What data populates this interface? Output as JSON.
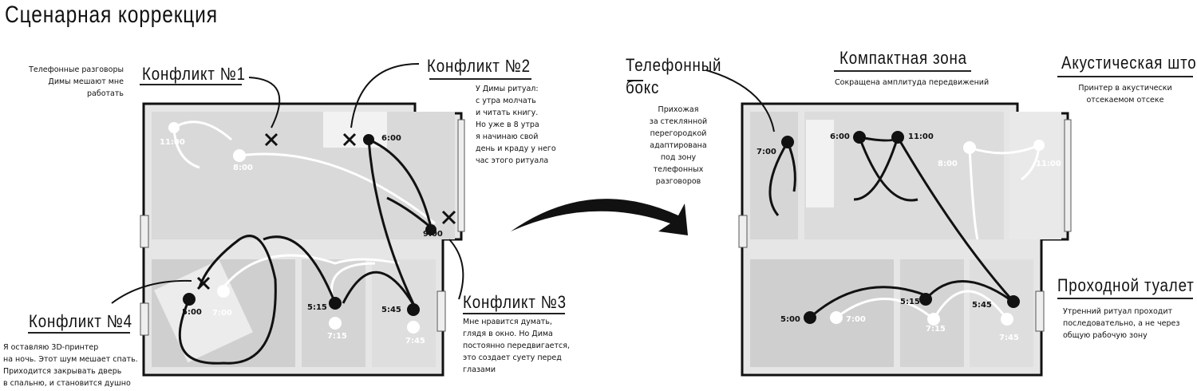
{
  "title": "Сценарная коррекция",
  "before": {
    "conflicts": [
      {
        "heading": "Конфликт №1",
        "text": [
          "Телефонные разговоры",
          "Димы мешают мне",
          "работать"
        ]
      },
      {
        "heading": "Конфликт №2",
        "text": [
          "У Димы ритуал:",
          "с утра молчать",
          "и читать книгу.",
          "Но уже в 8 утра",
          "я начинаю свой",
          "день и краду у него",
          "час этого ритуала"
        ]
      },
      {
        "heading": "Конфликт №3",
        "text": [
          "Мне нравится думать,",
          "глядя в окно. Но Дима",
          "постоянно передвигается,",
          "это создает суету перед",
          "глазами"
        ]
      },
      {
        "heading": "Конфликт №4",
        "text": [
          "Я оставляю 3D-принтер",
          "на ночь. Этот шум мешает спать.",
          "Приходится закрывать дверь",
          "в спальню, и становится душно"
        ]
      }
    ],
    "times": [
      "11:00",
      "8:00",
      "6:00",
      "9:00",
      "5:00",
      "7:00",
      "5:15",
      "7:15",
      "5:45",
      "7:45"
    ]
  },
  "after": {
    "solutions": [
      {
        "heading": "Телефонный бокс",
        "text": [
          "Прихожая",
          "за стеклянной",
          "перегородкой",
          "адаптирована",
          "под зону",
          "телефонных",
          "разговоров"
        ]
      },
      {
        "heading": "Компактная зона",
        "text": [
          "Сокращена амплитуда передвижений"
        ]
      },
      {
        "heading": "Акустическая штора",
        "text": [
          "Принтер в акустически",
          "отсекаемом отсеке"
        ]
      },
      {
        "heading": "Проходной туалет",
        "text": [
          "Утренний ритуал проходит",
          "последовательно, а не через",
          "общую рабочую зону"
        ]
      }
    ],
    "times": [
      "7:00",
      "6:00",
      "11:00",
      "8:00",
      "11:00",
      "5:00",
      "7:00",
      "5:15",
      "7:15",
      "5:45",
      "7:45"
    ]
  }
}
